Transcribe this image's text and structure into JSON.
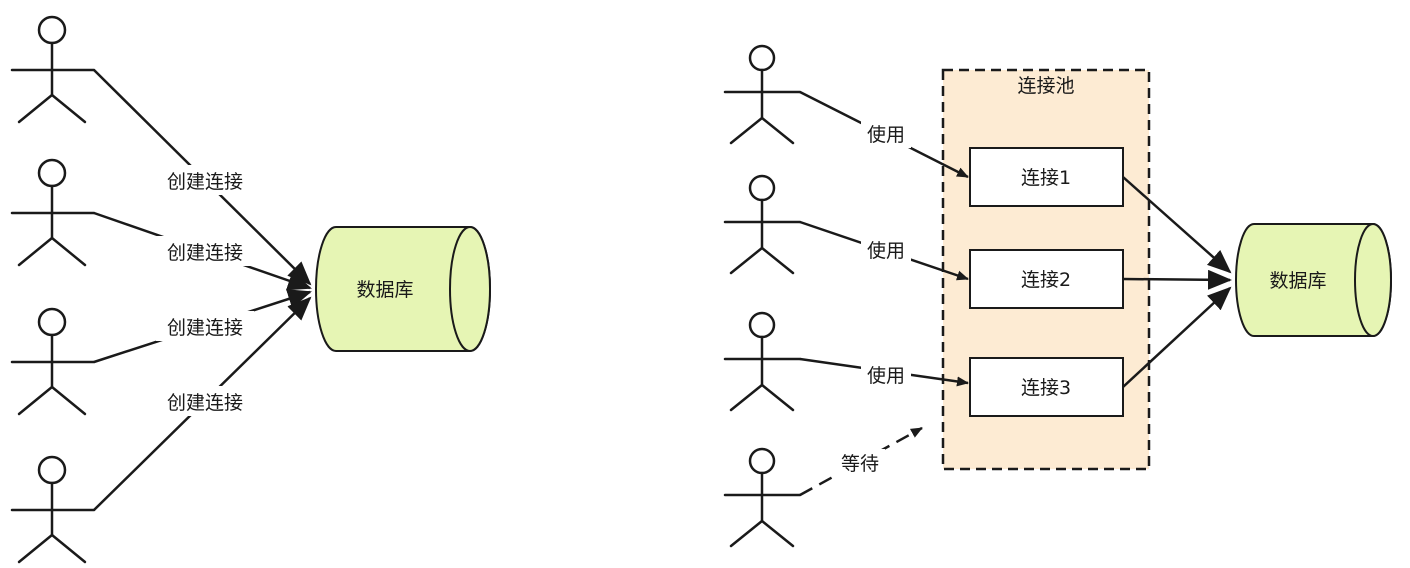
{
  "left": {
    "edge_labels": [
      "创建连接",
      "创建连接",
      "创建连接",
      "创建连接"
    ],
    "database_label": "数据库"
  },
  "right": {
    "pool_label": "连接池",
    "connections": [
      "连接1",
      "连接2",
      "连接3"
    ],
    "use_labels": [
      "使用",
      "使用",
      "使用"
    ],
    "wait_label": "等待",
    "database_label": "数据库"
  },
  "colors": {
    "database_fill": "#e6f5b4",
    "pool_fill": "#fdebd3",
    "line": "#1a1a1a"
  }
}
